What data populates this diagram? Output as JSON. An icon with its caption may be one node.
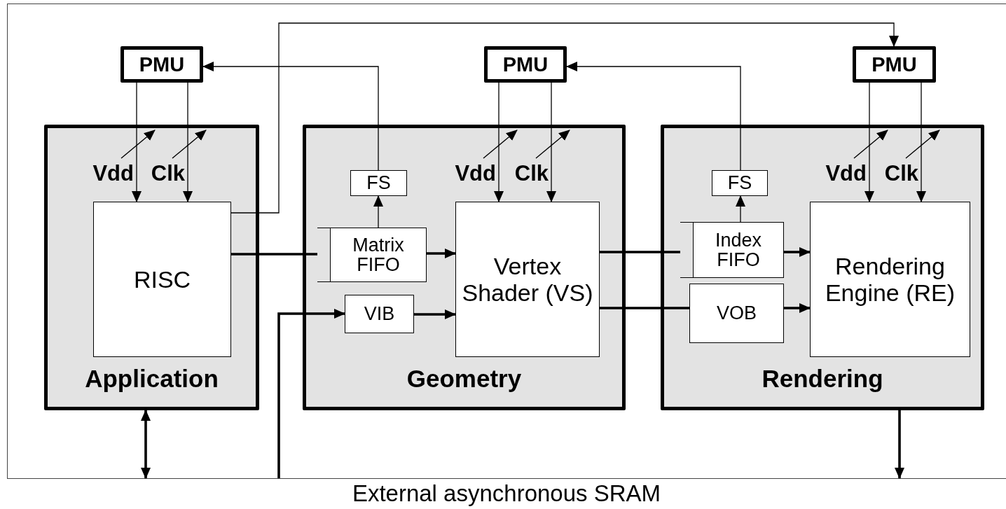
{
  "diagram": {
    "nodes": [
      {
        "text": [
          "PMU"
        ]
      },
      {
        "text": [
          "PMU"
        ]
      },
      {
        "text": [
          "PMU"
        ]
      },
      {
        "text": [
          "Application"
        ]
      },
      {
        "text": [
          "RISC"
        ],
        "in": 3
      },
      {
        "text": [
          "Geometry"
        ]
      },
      {
        "text": [
          "FS"
        ],
        "in": 5
      },
      {
        "text": [
          "Matrix FIFO"
        ],
        "in": 5
      },
      {
        "text": [
          "VIB"
        ],
        "in": 5
      },
      {
        "text": [
          "Vertex Shader (VS)"
        ],
        "in": 5
      },
      {
        "text": [
          "Rendering"
        ]
      },
      {
        "text": [
          "FS"
        ],
        "in": 10
      },
      {
        "text": [
          "Index FIFO"
        ],
        "in": 10
      },
      {
        "text": [
          "VOB"
        ],
        "in": 10
      },
      {
        "text": [
          "Rendering Engine (RE)"
        ],
        "in": 10
      },
      {
        "text": [
          "External asynchronous SRAM"
        ]
      }
    ],
    "edges": [
      {
        "from": 0,
        "to": 4,
        "arrow": "to"
      },
      {
        "from": 0,
        "to": 4,
        "arrow": "to"
      },
      {
        "from": 4,
        "to": 2,
        "arrow": "to"
      },
      {
        "from": 6,
        "to": 0,
        "arrow": "to"
      },
      {
        "from": 1,
        "to": 9,
        "arrow": "to"
      },
      {
        "from": 1,
        "to": 9,
        "arrow": "to"
      },
      {
        "from": 11,
        "to": 1,
        "arrow": "to"
      },
      {
        "from": 2,
        "to": 14,
        "arrow": "to"
      },
      {
        "from": 2,
        "to": 14,
        "arrow": "to"
      },
      {
        "from": 4,
        "to": 7,
        "arrow": "none",
        "style": "thick"
      },
      {
        "from": 7,
        "to": 6,
        "arrow": "to"
      },
      {
        "from": 7,
        "to": 9,
        "arrow": "to",
        "style": "thick"
      },
      {
        "from": 8,
        "to": 9,
        "arrow": "to",
        "style": "thick"
      },
      {
        "from": 15,
        "to": 8,
        "arrow": "to",
        "style": "thick"
      },
      {
        "from": 9,
        "to": 12,
        "arrow": "none",
        "style": "thick"
      },
      {
        "from": 9,
        "to": 13,
        "arrow": "none",
        "style": "thick"
      },
      {
        "from": 12,
        "to": 11,
        "arrow": "to"
      },
      {
        "from": 12,
        "to": 14,
        "arrow": "to",
        "style": "thick"
      },
      {
        "from": 13,
        "to": 14,
        "arrow": "to",
        "style": "thick"
      },
      {
        "from": 3,
        "to": 15,
        "arrow": "both",
        "style": "thick"
      },
      {
        "from": 10,
        "to": 15,
        "arrow": "to",
        "style": "thick"
      }
    ],
    "labels": [
      "Vdd",
      "Clk",
      "Vdd",
      "Clk",
      "Vdd",
      "Clk"
    ]
  }
}
